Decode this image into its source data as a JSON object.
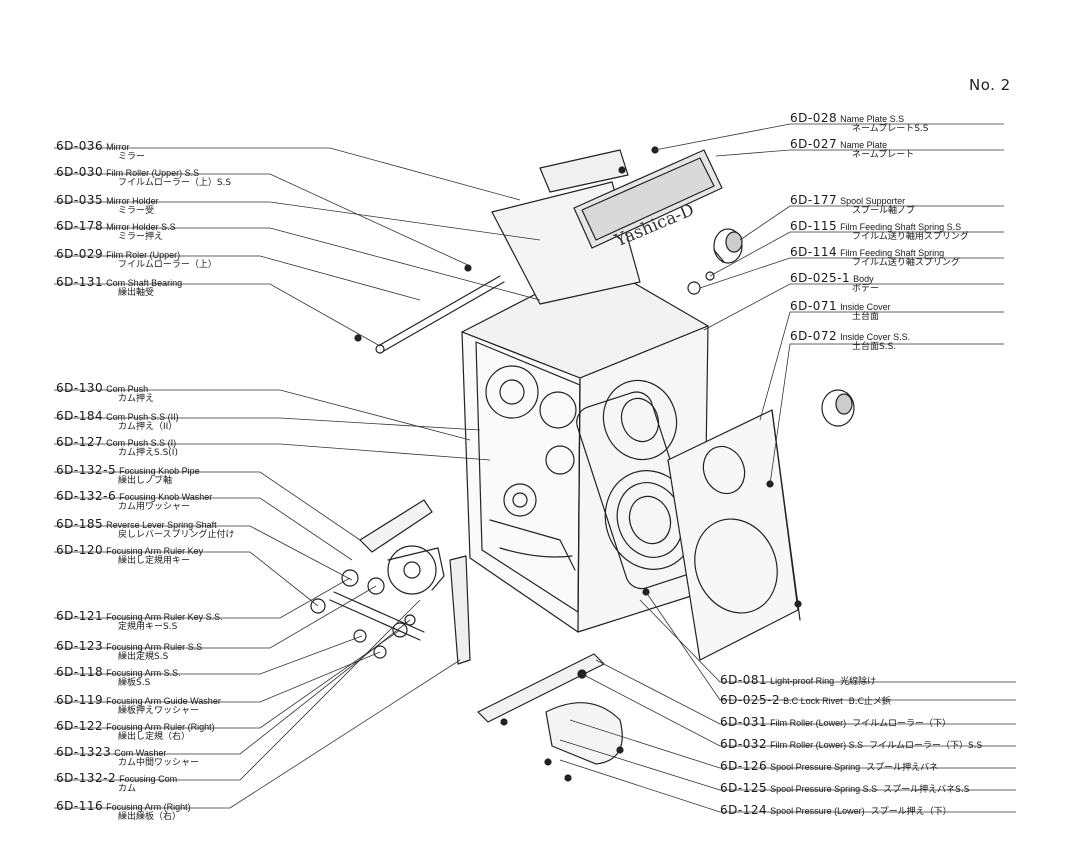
{
  "page": {
    "number": "No. 2",
    "brand_on_plate": "Yashica-D"
  },
  "left_labels": [
    {
      "code": "6D-036",
      "name": "Mirror",
      "jp": "ミラー"
    },
    {
      "code": "6D-030",
      "name": "Film Roller (Upper) S.S",
      "jp": "フイルムローラー（上）S.S"
    },
    {
      "code": "6D-035",
      "name": "Mirror Holder",
      "jp": "ミラー受"
    },
    {
      "code": "6D-178",
      "name": "Mirror Holder S.S",
      "jp": "ミラー押え"
    },
    {
      "code": "6D-029",
      "name": "Film Roler (Upper)",
      "jp": "フイルムローラー（上）"
    },
    {
      "code": "6D-131",
      "name": "Com Shaft Bearing",
      "jp": "繰出軸受"
    },
    {
      "code": "6D-130",
      "name": "Com Push",
      "jp": "カム押え"
    },
    {
      "code": "6D-184",
      "name": "Com Push S.S (II)",
      "jp": "カム押え（II）"
    },
    {
      "code": "6D-127",
      "name": "Com Push S.S (I)",
      "jp": "カム押えS.S(I)"
    },
    {
      "code": "6D-132-5",
      "name": "Focusing Knob Pipe",
      "jp": "繰出しノブ軸"
    },
    {
      "code": "6D-132-6",
      "name": "Focusing Knob Washer",
      "jp": "カム用ワッシャー"
    },
    {
      "code": "6D-185",
      "name": "Reverse Lever Spring Shaft",
      "jp": "戻しレバースプリング止付け"
    },
    {
      "code": "6D-120",
      "name": "Focusing Arm Ruler Key",
      "jp": "繰出し定規用キー"
    },
    {
      "code": "6D-121",
      "name": "Focusing Arm Ruler Key S.S.",
      "jp": "定規用キーS.S"
    },
    {
      "code": "6D-123",
      "name": "Focusing Arm Ruler S.S",
      "jp": "繰出定規S.S"
    },
    {
      "code": "6D-118",
      "name": "Focusing Arm S.S.",
      "jp": "繰板S.S"
    },
    {
      "code": "6D-119",
      "name": "Focusing Arm Guide Washer",
      "jp": "繰板押えワッシャー"
    },
    {
      "code": "6D-122",
      "name": "Focusing Arm Ruler (Right)",
      "jp": "繰出し定規（右）"
    },
    {
      "code": "6D-1323",
      "name": "Com Washer",
      "jp": "カム中間ワッシャー"
    },
    {
      "code": "6D-132-2",
      "name": "Focusing Com",
      "jp": "カム"
    },
    {
      "code": "6D-116",
      "name": "Focusing Arm (Right)",
      "jp": "繰出繰板（右）"
    }
  ],
  "right_labels": [
    {
      "code": "6D-028",
      "name": "Name Plate S.S",
      "jp": "ネームプレートS.S"
    },
    {
      "code": "6D-027",
      "name": "Name Plate",
      "jp": "ネームプレート"
    },
    {
      "code": "6D-177",
      "name": "Spool Supporter",
      "jp": "スプール軸ノブ"
    },
    {
      "code": "6D-115",
      "name": "Film Feeding Shaft Spring S.S",
      "jp": "フイルム送り軸用スプリング"
    },
    {
      "code": "6D-114",
      "name": "Film Feeding Shaft Spring",
      "jp": "フイルム送り軸スプリング"
    },
    {
      "code": "6D-025-1",
      "name": "Body",
      "jp": "ボデー"
    },
    {
      "code": "6D-071",
      "name": "Inside Cover",
      "jp": "土台面"
    },
    {
      "code": "6D-072",
      "name": "Inside Cover S.S.",
      "jp": "土台面S.S."
    }
  ],
  "bottom_labels": [
    {
      "code": "6D-081",
      "name": "Light-proof Ring",
      "jp": "光線除け"
    },
    {
      "code": "6D-025-2",
      "name": "B.C Lock Rivet",
      "jp": "B.C止メ鋲"
    },
    {
      "code": "6D-031",
      "name": "Film Roller (Lower)",
      "jp": "フイルムローラー（下）"
    },
    {
      "code": "6D-032",
      "name": "Film Roller (Lower) S.S",
      "jp": "フイルムローラー（下）S.S"
    },
    {
      "code": "6D-126",
      "name": "Spool Pressure Spring",
      "jp": "スプール押えバネ"
    },
    {
      "code": "6D-125",
      "name": "Spool Pressure Spring S.S",
      "jp": "スプール押えバネS.S"
    },
    {
      "code": "6D-124",
      "name": "Spool Pressure (Lower)",
      "jp": "スプール押え（下）"
    }
  ]
}
